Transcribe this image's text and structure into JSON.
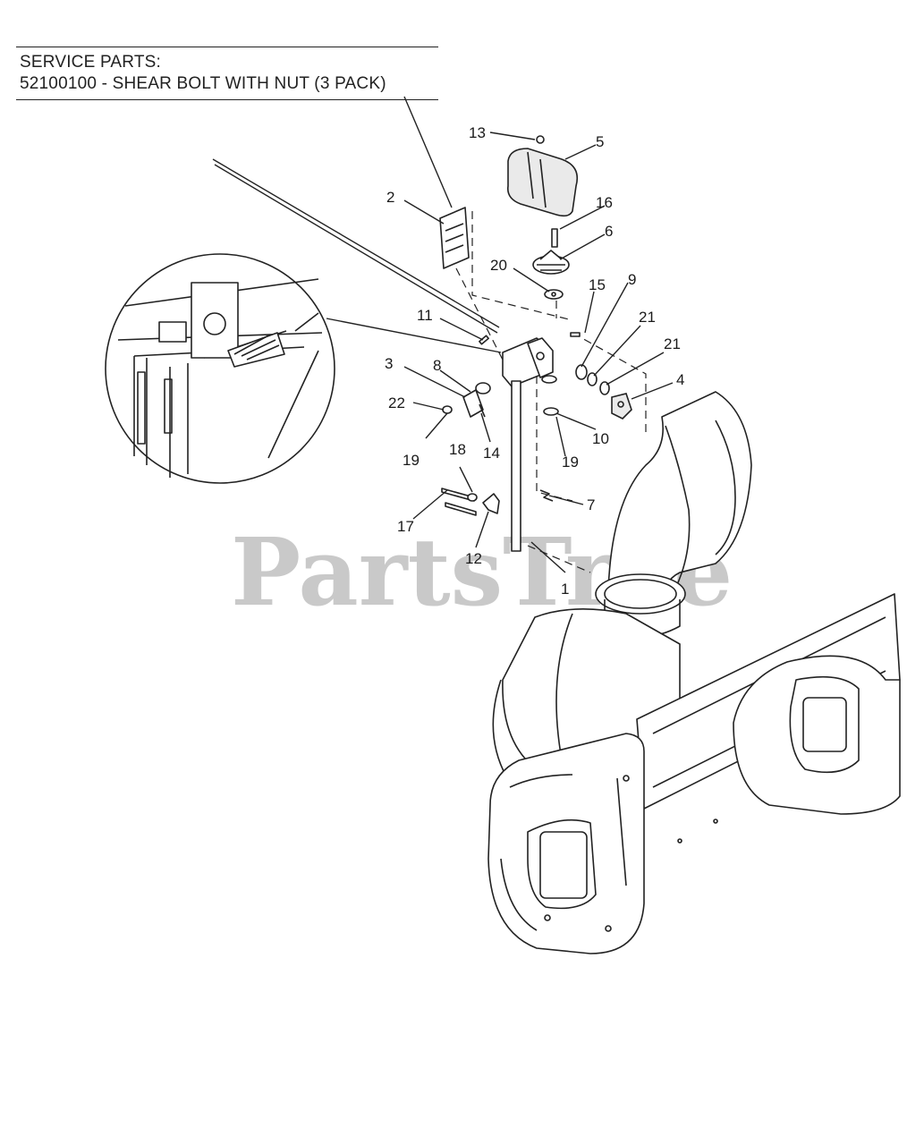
{
  "service_parts": {
    "heading": "SERVICE PARTS:",
    "line": "52100100 - SHEAR BOLT WITH NUT (3 PACK)"
  },
  "callouts": [
    "1",
    "2",
    "3",
    "4",
    "5",
    "6",
    "7",
    "8",
    "9",
    "10",
    "11",
    "12",
    "13",
    "14",
    "15",
    "16",
    "17",
    "18",
    "19",
    "19",
    "20",
    "21",
    "21",
    "22"
  ],
  "watermark": {
    "text": "PartsTree",
    "mark": "TM"
  }
}
